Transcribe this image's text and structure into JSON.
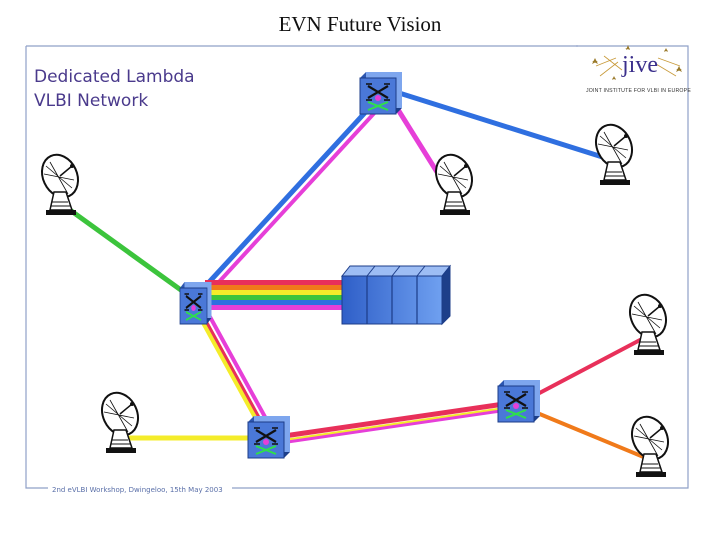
{
  "slide": {
    "title": "EVN Future Vision"
  },
  "diagram": {
    "heading_line1": "Dedicated Lambda",
    "heading_line2": "VLBI Network",
    "footer": "2nd eVLBI Workshop, Dwingeloo, 15th May 2003"
  },
  "logo": {
    "name": "jive",
    "subtitle": "JOINT INSTITUTE FOR VLBI IN EUROPE"
  },
  "colors": {
    "border": "#8fa0c8",
    "switch_face": "#4a78d8",
    "link_blue": "#2f6fe0",
    "link_magenta": "#e63fd8",
    "link_green": "#3cc43c",
    "link_yellow": "#f4ec2a",
    "link_red": "#e8305a",
    "link_orange": "#f07a1a",
    "correlator": "#3f7fe6"
  },
  "icons": [
    "radio-telescope-icon",
    "optical-switch-icon",
    "correlator-icon",
    "jive-logo"
  ]
}
